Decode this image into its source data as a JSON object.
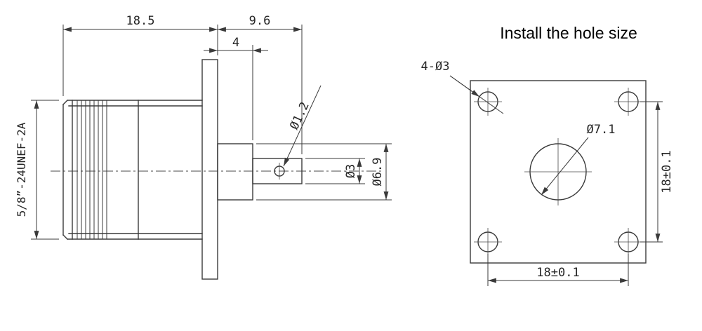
{
  "title": "Install the hole size",
  "side_view": {
    "thread_label": "5/8”-24UNEF-2A",
    "dims": {
      "body_length": "18.5",
      "front_length": "9.6",
      "shoulder_length": "4",
      "pin_hole_dia": "Ø1.2",
      "pin_dia": "Ø3",
      "shoulder_dia": "Ø6.9"
    }
  },
  "hole_view": {
    "corner_holes_label": "4-Ø3",
    "center_hole_label": "Ø7.1",
    "vertical_pitch": "18±0.1",
    "horizontal_pitch": "18±0.1"
  },
  "colors": {
    "line": "#3a3a3a",
    "text": "#262626",
    "background": "#ffffff"
  }
}
